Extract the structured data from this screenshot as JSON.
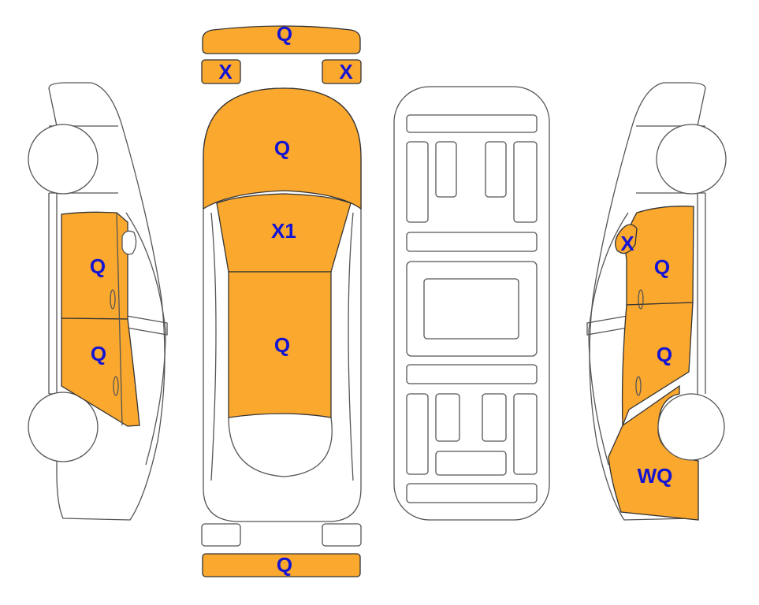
{
  "colors": {
    "damaged_panel": "#FBA82E",
    "label": "#1414D2",
    "outline": "#555555"
  },
  "diagram": {
    "front_bumper": "Q",
    "left_mirror": "X",
    "right_mirror": "X",
    "hood": "Q",
    "windshield": "X1",
    "roof": "Q",
    "rear_bumper": "Q",
    "left_front_door": "Q",
    "left_rear_door": "Q",
    "right_mirror_side": "X",
    "right_front_door": "Q",
    "right_rear_door": "Q",
    "right_rear_fender": "WQ"
  }
}
